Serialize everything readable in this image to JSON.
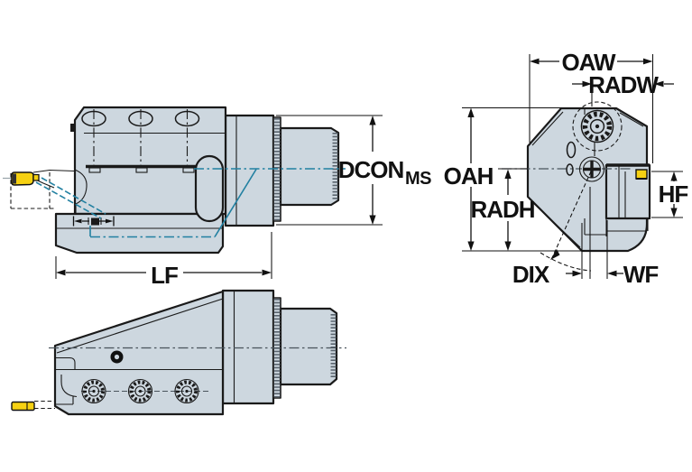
{
  "drawing": {
    "title": "Tool holder engineering drawing, three views with dimension callouts",
    "labels": {
      "dcon": "DCON",
      "dcon_sub": "MS",
      "oah": "OAH",
      "radh": "RADH",
      "oaw": "OAW",
      "radw": "RADW",
      "hf": "HF",
      "dix": "DIX",
      "wf": "WF",
      "lf": "LF"
    },
    "colors": {
      "background": "#ffffff",
      "body_fill": "#cdd7df",
      "outline": "#1a1a1a",
      "coolant": "#2280a1",
      "insert_yellow": "#f6d112",
      "centerline_gray": "#9aa4ab"
    }
  }
}
